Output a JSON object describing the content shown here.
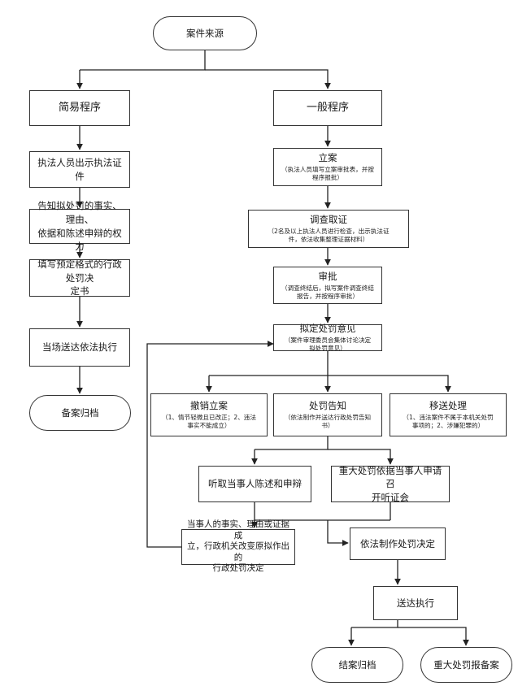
{
  "diagram": {
    "nodes": {
      "start": {
        "text": "案件来源"
      },
      "simple": {
        "text": "简易程序"
      },
      "general": {
        "text": "一般程序"
      },
      "s1": {
        "text": "执法人员出示执法证件"
      },
      "s2": {
        "text": "告知拟处罚的事实、理由、\n依据和陈述申辩的权力"
      },
      "s3": {
        "text": "填写预定格式的行政处罚决\n定书"
      },
      "s4": {
        "text": "当场送达依法执行"
      },
      "s5": {
        "text": "备案归档"
      },
      "g1": {
        "title": "立案",
        "sub": "（执法人员填写立案审批表，并按\n程序报批）"
      },
      "g2": {
        "title": "调查取证",
        "sub": "（2名及以上执法人员进行检查，出示执法证\n件，依法收集整理证据材料）"
      },
      "g3": {
        "title": "审批",
        "sub": "（调查终结后，拟写案件调查终结\n报告，并按程序审批）"
      },
      "g4": {
        "title": "拟定处罚意见",
        "sub": "（案件审理委员会集体讨论决定\n拟处罚意见）"
      },
      "b1": {
        "title": "撤销立案",
        "sub": "（1、情节轻微且已改正；2、违法\n事实不能成立）"
      },
      "b2": {
        "title": "处罚告知",
        "sub": "（依法制作并送达行政处罚告知\n书）"
      },
      "b3": {
        "title": "移送处理",
        "sub": "（1、违法案件不属于本机关处罚\n事项的；2、涉嫌犯罪的）"
      },
      "h1": {
        "text": "听取当事人陈述和申辩"
      },
      "h2": {
        "text": "重大处罚依据当事人申请召\n开听证会"
      },
      "c1": {
        "text": "当事人的事实、理由或证据成\n立，行政机关改变原拟作出的\n行政处罚决定"
      },
      "c2": {
        "text": "依法制作处罚决定"
      },
      "d1": {
        "text": "送达执行"
      },
      "e1": {
        "text": "结案归档"
      },
      "e2": {
        "text": "重大处罚报备案"
      }
    }
  }
}
